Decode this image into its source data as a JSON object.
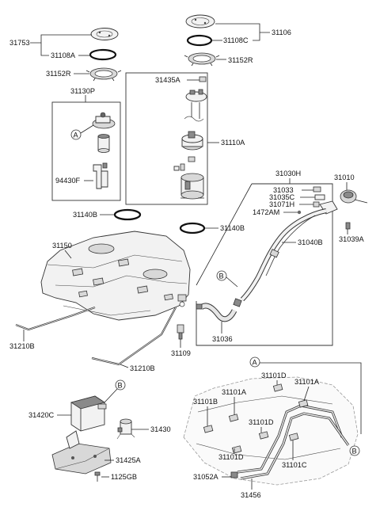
{
  "labels": {
    "p31753": "31753",
    "p31108A": "31108A",
    "p31152R_left": "31152R",
    "p31130P": "31130P",
    "p94430F": "94430F",
    "p31106": "31106",
    "p31108C": "31108C",
    "p31152R_right": "31152R",
    "p31435A": "31435A",
    "p31110A": "31110A",
    "p31140B_left": "31140B",
    "p31140B_right": "31140B",
    "p31150": "31150",
    "p31030H": "31030H",
    "p31033": "31033",
    "p31035C": "31035C",
    "p31071H": "31071H",
    "p1472AM": "1472AM",
    "p31010": "31010",
    "p31040B": "31040B",
    "p31039A": "31039A",
    "p31036": "31036",
    "p31109": "31109",
    "p31210B_left": "31210B",
    "p31210B_mid": "31210B",
    "p31101D_top": "31101D",
    "p31101A_right": "31101A",
    "p31101B": "31101B",
    "p31101A_left": "31101A",
    "p31101D_mid": "31101D",
    "p31101D_low": "31101D",
    "p31101C": "31101C",
    "p31052A": "31052A",
    "p31456": "31456",
    "p31420C": "31420C",
    "p31430": "31430",
    "p31425A": "31425A",
    "p1125GB": "1125GB"
  },
  "callouts": {
    "a_pump": "A",
    "a_lines": "A",
    "b_filler": "B",
    "b_canister": "B",
    "b_lines": "B"
  }
}
